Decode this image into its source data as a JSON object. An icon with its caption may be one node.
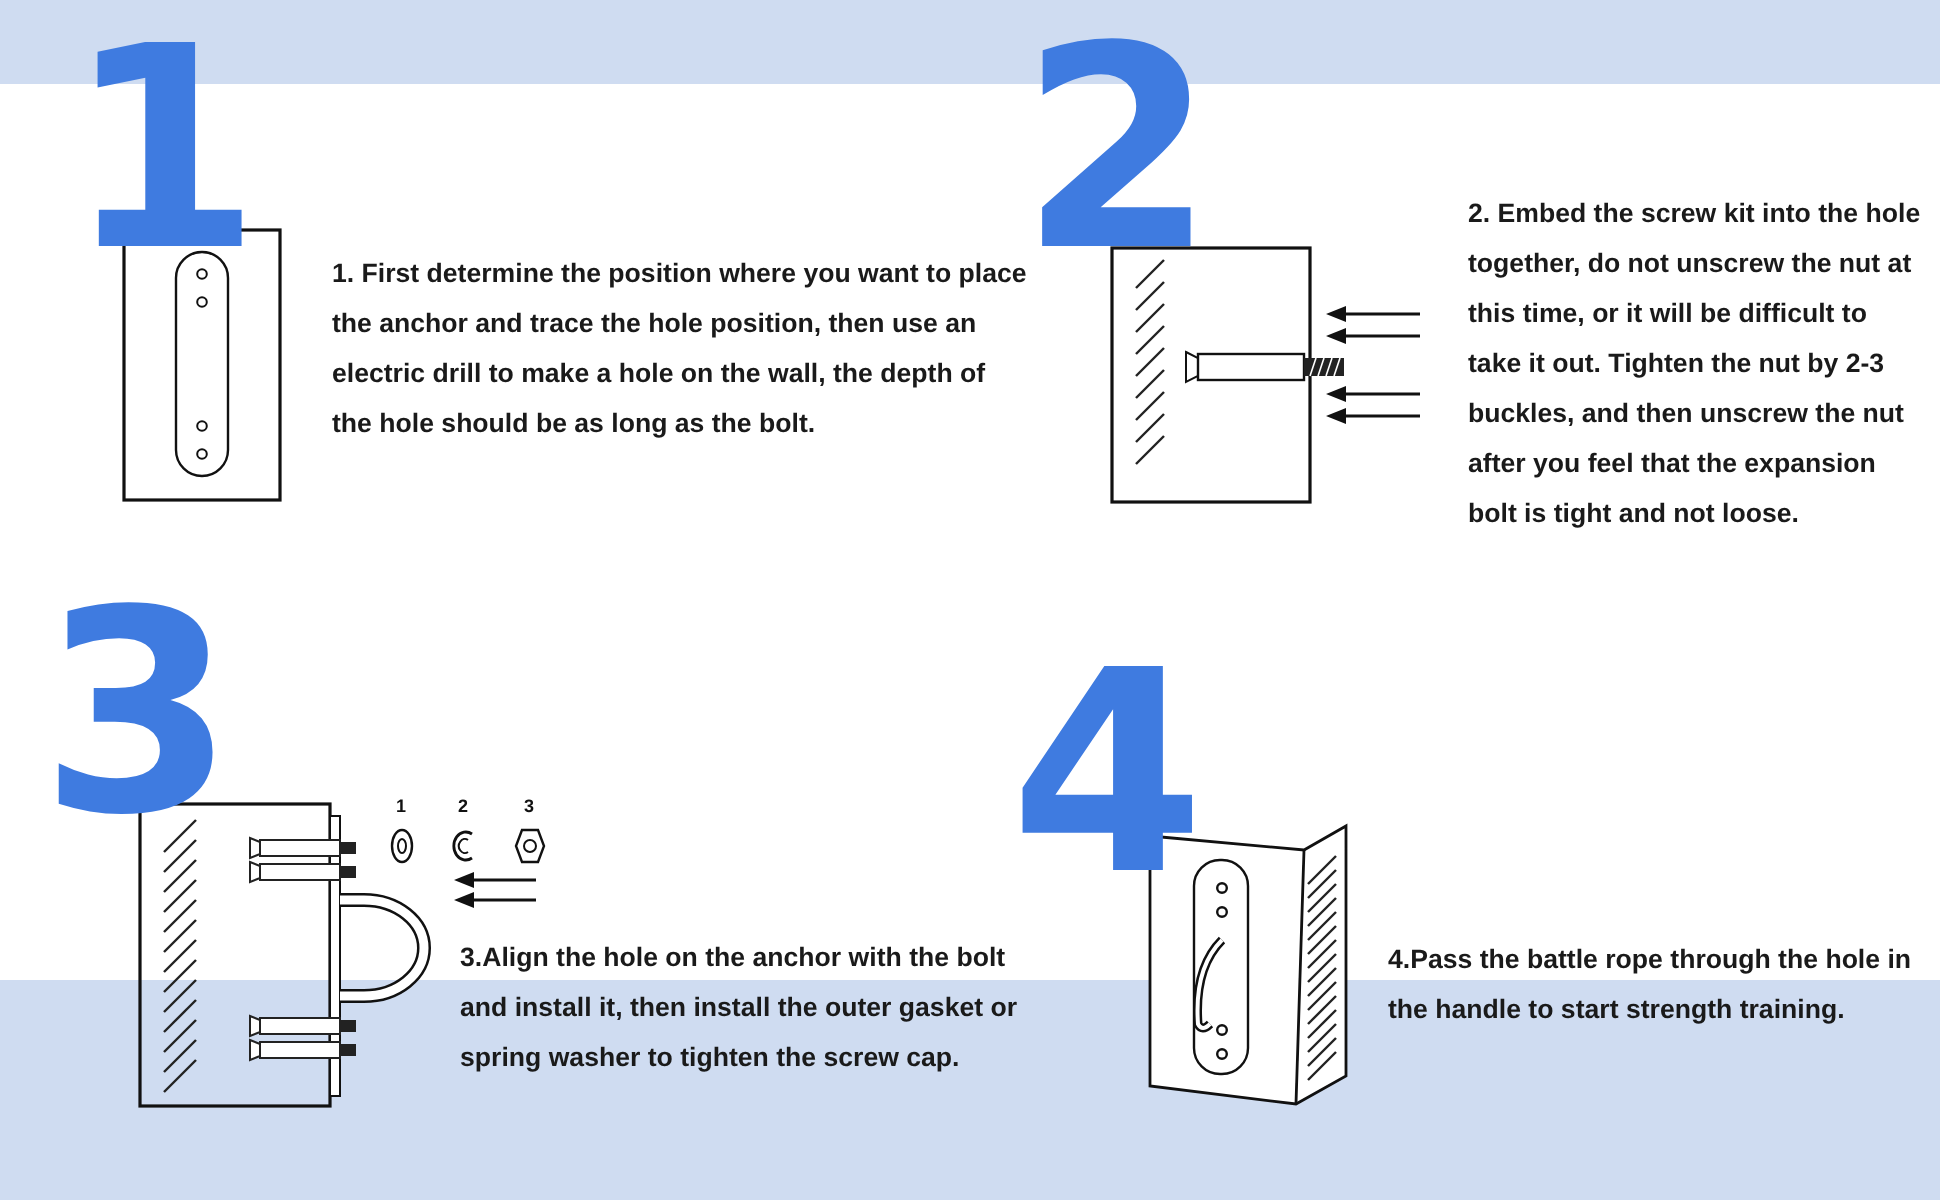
{
  "diagram": {
    "labels": [
      "1",
      "1. First determine the position where you want to place the anchor and trace the hole position, then use an electric drill to make a hole on the wall, the depth of the hole should be as long as the bolt.",
      "2",
      "2. Embed the screw kit into the hole together, do not unscrew the nut at this time, or it will be difficult to take it out. Tighten the nut by 2-3 buckles, and then unscrew the nut after you feel that the expansion bolt is tight and not loose.",
      "3",
      "1",
      "2",
      "3",
      "3.Align the hole on the anchor with the bolt and install it, then install the outer gasket or spring washer to tighten the screw cap.",
      "4",
      "4.Pass the battle rope through the hole in the handle to start strength training."
    ]
  }
}
